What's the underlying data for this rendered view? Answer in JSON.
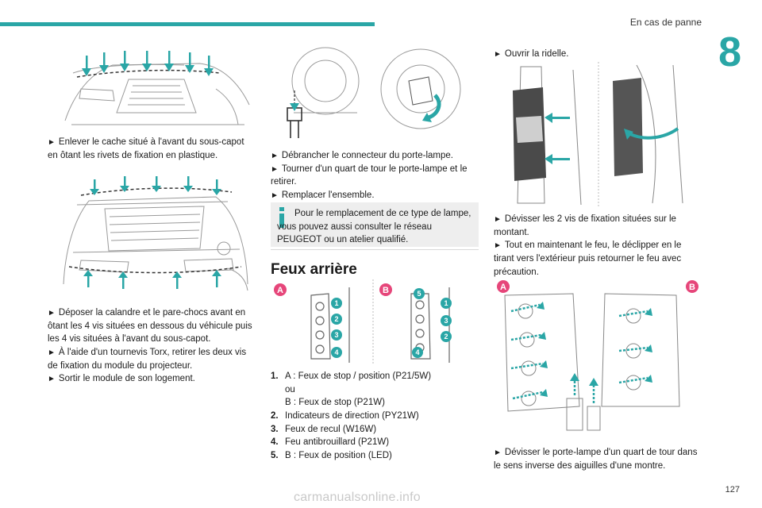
{
  "header": {
    "title": "En cas de panne",
    "chapter": "8",
    "page": "127"
  },
  "watermark": "carmanualsonline.info",
  "col1": {
    "para1": "Enlever le cache situé à l'avant du sous-capot en ôtant les rivets de fixation en plastique.",
    "para2": [
      "Déposer la calandre et le pare-chocs avant en ôtant les 4 vis situées en dessous du véhicule puis les 4 vis situées à l'avant du sous-capot.",
      "À l'aide d'un tournevis Torx, retirer les deux vis de fixation du module du projecteur.",
      "Sortir le module de son logement."
    ]
  },
  "col2": {
    "steps": [
      "Débrancher le connecteur du porte-lampe.",
      "Tourner d'un quart de tour le porte-lampe et le retirer.",
      "Remplacer l'ensemble."
    ],
    "info": "Pour le remplacement de ce type de lampe, vous pouvez aussi consulter le réseau PEUGEOT ou un atelier qualifié.",
    "section_title": "Feux arrière",
    "fig_labels": {
      "a": "A",
      "b": "B",
      "n1": "1",
      "n2": "2",
      "n3": "3",
      "n4": "4",
      "n5": "5"
    },
    "list": [
      {
        "num": "1.",
        "lines": [
          "A : Feux de stop / position (P21/5W)",
          "ou",
          "B : Feux de stop (P21W)"
        ]
      },
      {
        "num": "2.",
        "lines": [
          "Indicateurs de direction (PY21W)"
        ]
      },
      {
        "num": "3.",
        "lines": [
          "Feux de recul (W16W)"
        ]
      },
      {
        "num": "4.",
        "lines": [
          "Feu antibrouillard (P21W)"
        ]
      },
      {
        "num": "5.",
        "lines": [
          "B : Feux de position (LED)"
        ]
      }
    ]
  },
  "col3": {
    "step1": "Ouvrir la ridelle.",
    "steps2": [
      "Dévisser les 2 vis de fixation situées sur le montant.",
      "Tout en maintenant le feu, le déclipper en le tirant vers l'extérieur puis retourner le feu avec précaution."
    ],
    "fig_labels": {
      "a": "A",
      "b": "B"
    },
    "step3": "Dévisser le porte-lampe d'un quart de tour dans le sens inverse des aiguilles d'une montre."
  },
  "colors": {
    "accent": "#2aa6a6",
    "label": "#e6467a",
    "arrow": "#2aa6a6"
  },
  "icons": {
    "bullet": "triangle-right-icon",
    "info": "info-icon"
  }
}
